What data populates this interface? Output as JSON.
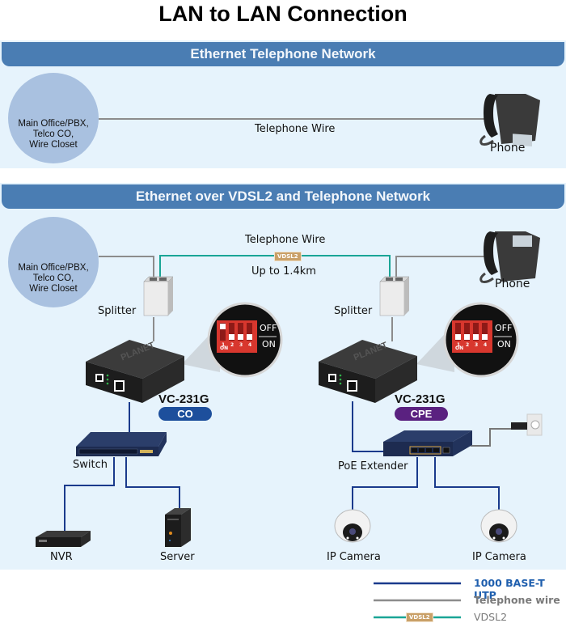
{
  "title": "LAN to LAN Connection",
  "section1": {
    "header": "Ethernet Telephone Network",
    "site": {
      "icon": "building-cube-icon",
      "lines": [
        "Main Office/PBX,",
        "Telco CO,",
        "Wire Closet"
      ]
    },
    "wire_label": "Telephone Wire",
    "endpoint_label": "Phone"
  },
  "section2": {
    "header": "Ethernet over VDSL2 and Telephone Network",
    "site": {
      "icon": "building-cube-icon",
      "lines": [
        "Main Office/PBX,",
        "Telco CO,",
        "Wire Closet"
      ]
    },
    "wire_label": "Telephone Wire",
    "wire_tag": "VDSL2",
    "distance_label": "Up to 1.4km",
    "phone_label": "Phone",
    "left": {
      "splitter_label": "Splitter",
      "model": "VC-231G",
      "mode": "CO",
      "mode_color": "#1d4f9c",
      "dip": {
        "labels": [
          "1",
          "2",
          "3",
          "4"
        ],
        "states": [
          "OFF",
          "ON",
          "ON",
          "ON"
        ],
        "off_label": "OFF",
        "on_label": "ON",
        "on_mark": "ON"
      },
      "switch_label": "Switch",
      "devices": [
        "NVR",
        "Server"
      ]
    },
    "right": {
      "splitter_label": "Splitter",
      "model": "VC-231G",
      "mode": "CPE",
      "mode_color": "#5a2180",
      "dip": {
        "labels": [
          "1",
          "2",
          "3",
          "4"
        ],
        "states": [
          "ON",
          "ON",
          "ON",
          "ON"
        ],
        "off_label": "OFF",
        "on_label": "ON",
        "on_mark": "ON"
      },
      "extender_label": "PoE Extender",
      "devices": [
        "IP Camera",
        "IP Camera"
      ]
    }
  },
  "legend": [
    {
      "label": "1000 BASE-T UTP",
      "color": "#1a3a8c",
      "text_color": "#1f5fae"
    },
    {
      "label": "Telephone wire",
      "color": "#8c8c8c",
      "text_color": "#7a7a7a"
    },
    {
      "label": "VDSL2",
      "color": "#1aa596",
      "text_color": "#7a7a7a",
      "tag": "VDSL2"
    }
  ],
  "colors": {
    "header_band": "#4a7db3",
    "panel_bg": "#e6f3fc",
    "utp": "#1a3a8c",
    "telephone": "#8c8c8c",
    "vdsl2": "#1aa596"
  }
}
